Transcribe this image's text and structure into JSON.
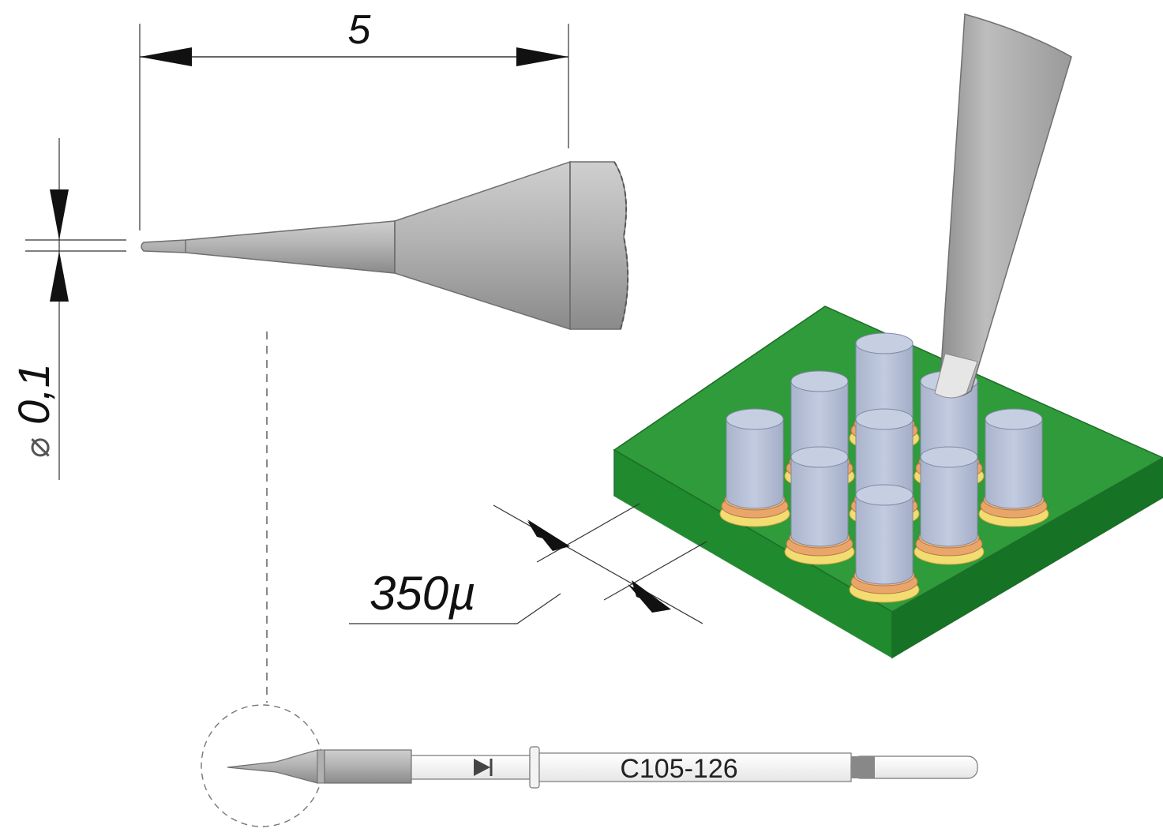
{
  "dimensions": {
    "length": "5",
    "tip_diameter": "0,1",
    "tip_diameter_symbol": "⌀",
    "pitch": "350µ"
  },
  "cartridge": {
    "model": "C105-126"
  },
  "colors": {
    "steel_light": "#c9c9c9",
    "steel_mid": "#a4a4a4",
    "steel_dark": "#7d7d7d",
    "pcb_top": "#2f9b3a",
    "pcb_front": "#1f8a2e",
    "pcb_side": "#167225",
    "pad_copper": "#e8a66b",
    "pad_solder": "#f3dc72",
    "pin": "#b5bfd6",
    "pin_top": "#c6cee2",
    "dim_line": "#222222"
  }
}
